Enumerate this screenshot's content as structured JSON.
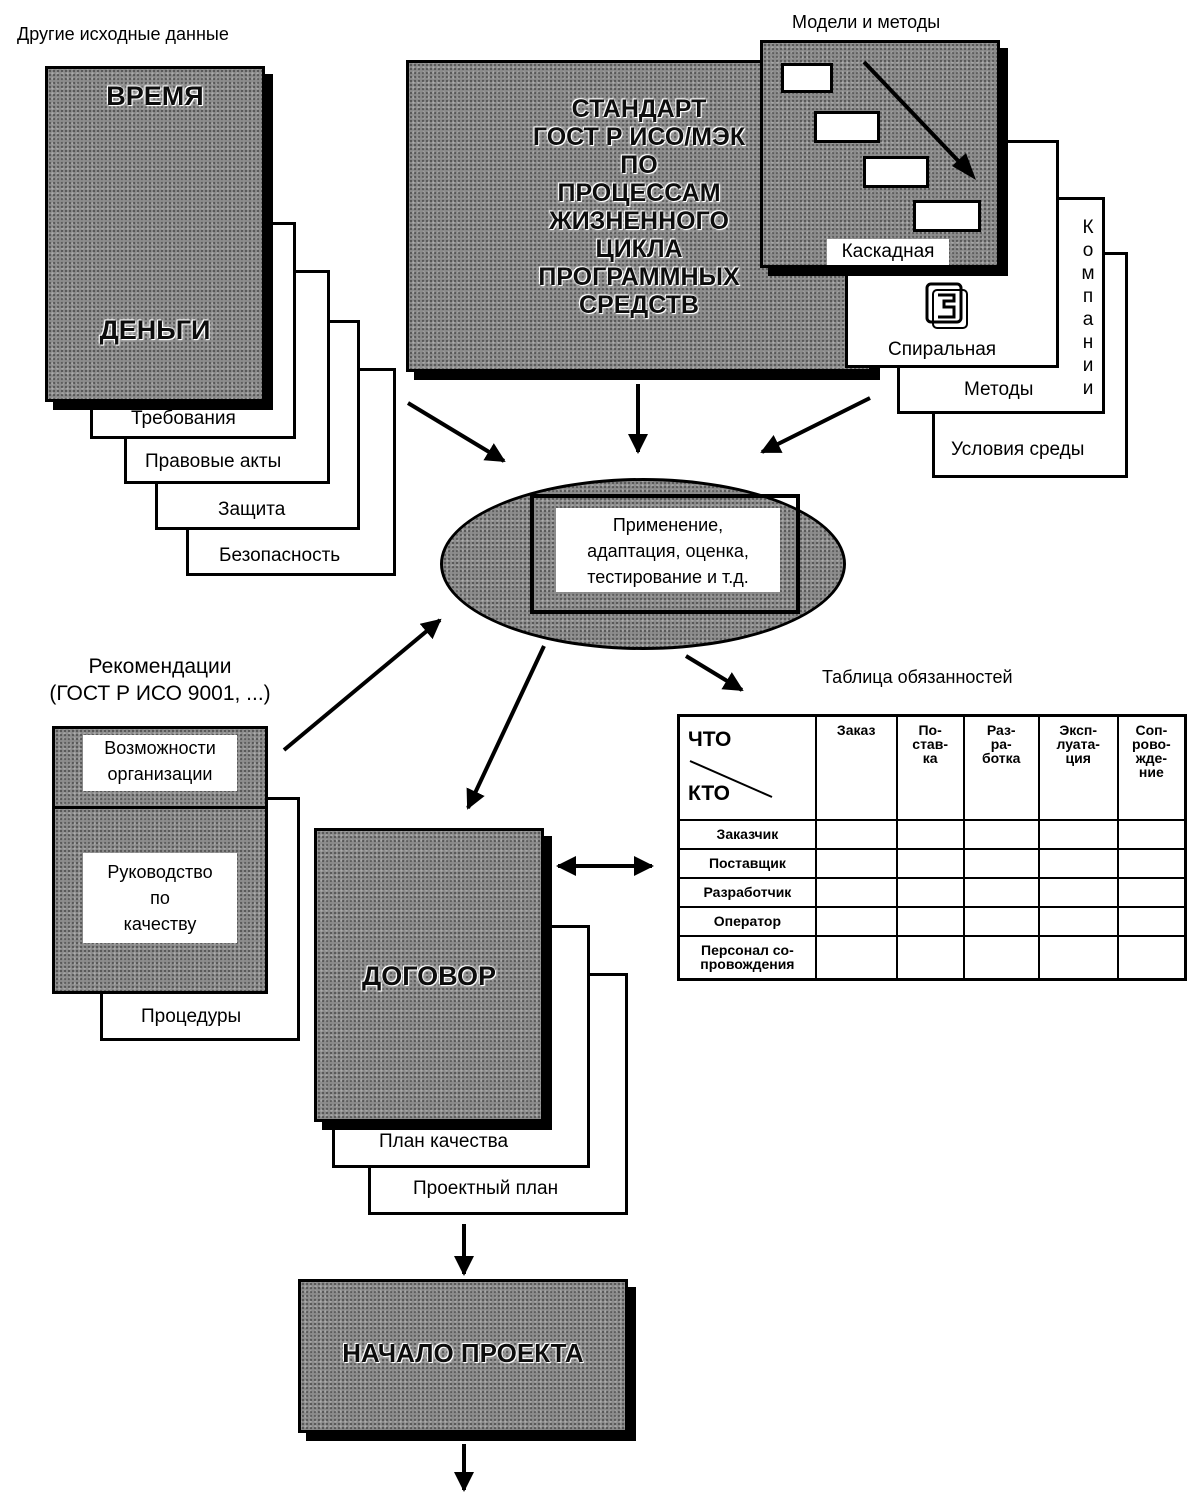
{
  "left_top": {
    "heading": "Другие исходные данные",
    "card_title_top": "ВРЕМЯ",
    "card_title_bottom": "ДЕНЬГИ",
    "sheets": [
      "Требования",
      "Правовые акты",
      "Защита",
      "Безопасность"
    ]
  },
  "standard": {
    "lines": [
      "СТАНДАРТ",
      "ГОСТ Р ИСО/МЭК",
      "ПО",
      "ПРОЦЕССАМ",
      "ЖИЗНЕННОГО",
      "ЦИКЛА",
      "ПРОГРАММНЫХ",
      "СРЕДСТВ"
    ]
  },
  "models": {
    "heading": "Модели и методы",
    "waterfall": "Каскадная",
    "spiral": "Спиральная",
    "methods": "Методы",
    "environment": "Условия среды",
    "vertical": [
      "К",
      "о",
      "м",
      "п",
      "а",
      "н",
      "и",
      "и"
    ]
  },
  "center": {
    "lines": [
      "Применение,",
      "адаптация, оценка,",
      "тестирование и т.д."
    ]
  },
  "recommendations": {
    "heading_lines": [
      "Рекомендации",
      "(ГОСТ Р ИСО 9001, ...)"
    ],
    "capabilities": [
      "Возможности",
      "организации"
    ],
    "manual": [
      "Руководство",
      "по",
      "качеству"
    ],
    "procedures": "Процедуры"
  },
  "contract": {
    "title": "ДОГОВОР",
    "sheets": [
      "План качества",
      "Проектный план"
    ]
  },
  "start": {
    "title": "НАЧАЛО ПРОЕКТА"
  },
  "responsibility_table": {
    "title": "Таблица обязанностей",
    "corner_what": "ЧТО",
    "corner_who": "КТО",
    "columns": [
      "Заказ",
      "По-\nстав-\nка",
      "Раз-\nра-\nботка",
      "Эксп-\nлуата-\nция",
      "Соп-\nрово-\nжде-\nние"
    ],
    "rows": [
      "Заказчик",
      "Поставщик",
      "Разработчик",
      "Оператор",
      "Персонал со-\nпровождения"
    ]
  },
  "icons": {
    "spiral": "spiral-icon",
    "arrows": "arrow-icon"
  }
}
